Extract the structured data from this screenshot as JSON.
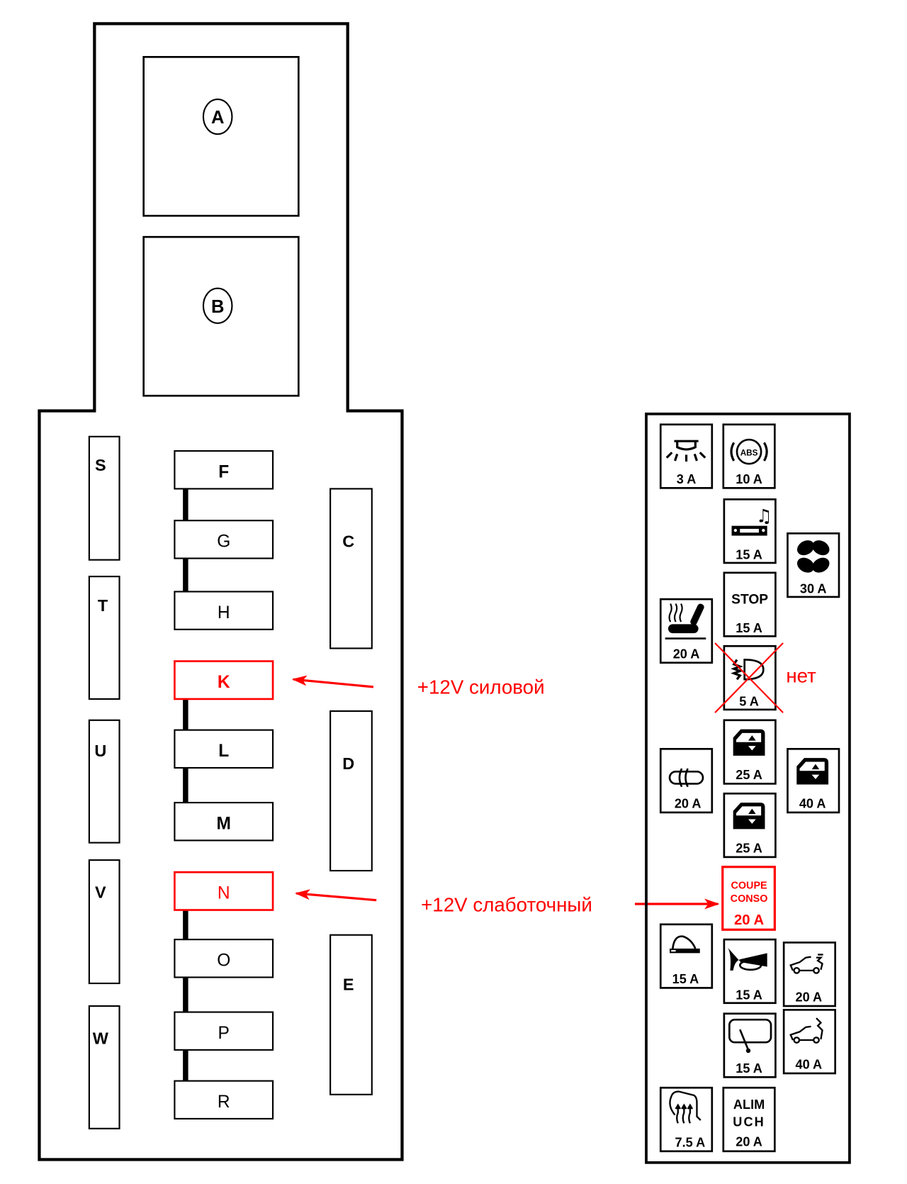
{
  "colors": {
    "outline": "#000000",
    "highlight": "#ff0000",
    "background": "#ffffff"
  },
  "relay_box": {
    "relays": [
      {
        "id": "A"
      },
      {
        "id": "B"
      }
    ],
    "side_slots": [
      "S",
      "T",
      "U",
      "V",
      "W"
    ],
    "right_slots": [
      "C",
      "D",
      "E"
    ],
    "center_slots": [
      {
        "id": "F",
        "highlighted": false,
        "bold": true
      },
      {
        "id": "G",
        "highlighted": false,
        "bold": false
      },
      {
        "id": "H",
        "highlighted": false,
        "bold": false
      },
      {
        "id": "K",
        "highlighted": true,
        "bold": true
      },
      {
        "id": "L",
        "highlighted": false,
        "bold": true
      },
      {
        "id": "M",
        "highlighted": false,
        "bold": true
      },
      {
        "id": "N",
        "highlighted": true,
        "bold": false
      },
      {
        "id": "O",
        "highlighted": false,
        "bold": false
      },
      {
        "id": "P",
        "highlighted": false,
        "bold": false
      },
      {
        "id": "R",
        "highlighted": false,
        "bold": false
      }
    ]
  },
  "annotations": {
    "power": "+12V силовой",
    "low_current": "+12V слаботочный",
    "absent": "нет"
  },
  "fuse_panel": {
    "fuses": [
      {
        "key": "interior_light",
        "icon": "interior-light-icon",
        "rating": "3 A"
      },
      {
        "key": "abs",
        "icon": "abs-icon",
        "icon_text": "ABS",
        "rating": "10 A"
      },
      {
        "key": "radio",
        "icon": "radio-icon",
        "rating": "15 A"
      },
      {
        "key": "blower",
        "icon": "fan-icon",
        "rating": "30 A"
      },
      {
        "key": "stop",
        "icon_text": "STOP",
        "rating": "15 A"
      },
      {
        "key": "heated_seat",
        "icon": "heated-seat-icon",
        "rating": "20 A"
      },
      {
        "key": "headlamp_level",
        "icon": "headlamp-leveling-icon",
        "rating": "5 A",
        "crossed_out": true
      },
      {
        "key": "window_1",
        "icon": "power-window-icon",
        "rating": "25 A"
      },
      {
        "key": "central_lock",
        "icon": "central-locking-icon",
        "rating": "20 A"
      },
      {
        "key": "window_big",
        "icon": "power-window-icon",
        "rating": "40 A"
      },
      {
        "key": "window_2",
        "icon": "power-window-icon",
        "rating": "25 A"
      },
      {
        "key": "coupe_conso",
        "icon_text_1": "COUPE",
        "icon_text_2": "CONSO",
        "rating": "20 A",
        "highlighted": true
      },
      {
        "key": "lighter",
        "icon": "cigarette-lighter-icon",
        "rating": "15 A"
      },
      {
        "key": "horn",
        "icon": "horn-icon",
        "rating": "15 A"
      },
      {
        "key": "trailer",
        "icon": "trailer-icon",
        "rating": "20 A"
      },
      {
        "key": "wiper",
        "icon": "wiper-icon",
        "rating": "15 A"
      },
      {
        "key": "trailer2",
        "icon": "trailer-power-icon",
        "rating": "40 A"
      },
      {
        "key": "rear_defrost",
        "icon": "rear-defrost-icon",
        "rating": "7.5 A"
      },
      {
        "key": "alim_uch",
        "icon_text_1": "ALIM",
        "icon_text_2": "UCH",
        "rating": "20 A"
      }
    ]
  }
}
